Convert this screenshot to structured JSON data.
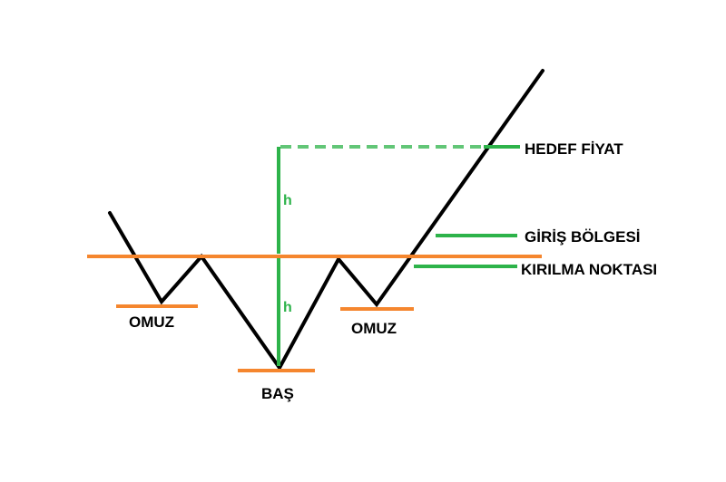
{
  "colors": {
    "price_line": "#000000",
    "neckline": "#f5862e",
    "measure": "#2db34a"
  },
  "labels": {
    "left_shoulder": "OMUZ",
    "head": "BAŞ",
    "right_shoulder": "OMUZ",
    "target_price": "HEDEF FİYAT",
    "entry_zone": "GİRİŞ BÖLGESİ",
    "breakout_point": "KIRILMA NOKTASI",
    "height_upper": "h",
    "height_lower": "h"
  }
}
